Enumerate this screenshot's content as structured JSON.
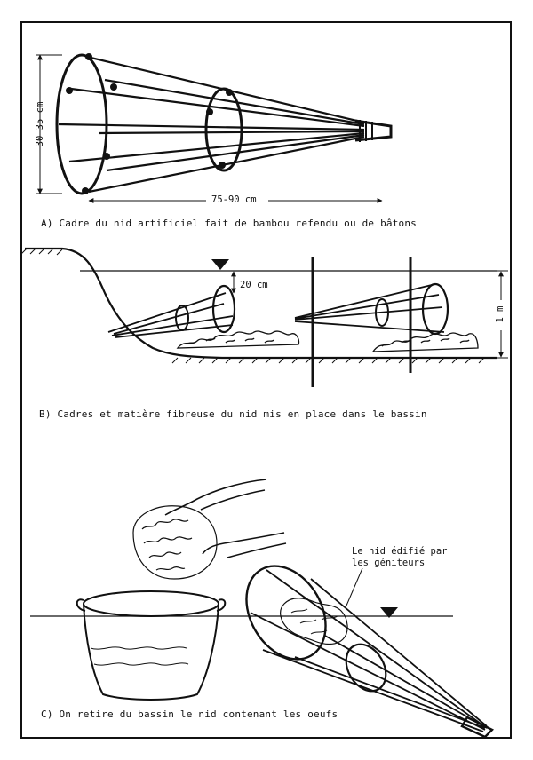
{
  "panel_a": {
    "caption": "A) Cadre du nid artificiel fait de bambou refendu ou de bâtons",
    "height_dim": "30-35 cm",
    "length_dim": "75-90 cm"
  },
  "panel_b": {
    "caption": "B) Cadres et matière fibreuse du nid mis en place dans le bassin",
    "depth_label": "20 cm",
    "water_depth_label": "1 m"
  },
  "panel_c": {
    "caption": "C) On retire du bassin le nid contenant les oeufs",
    "nest_note_line1": "Le nid édifié par",
    "nest_note_line2": "les géniteurs"
  }
}
